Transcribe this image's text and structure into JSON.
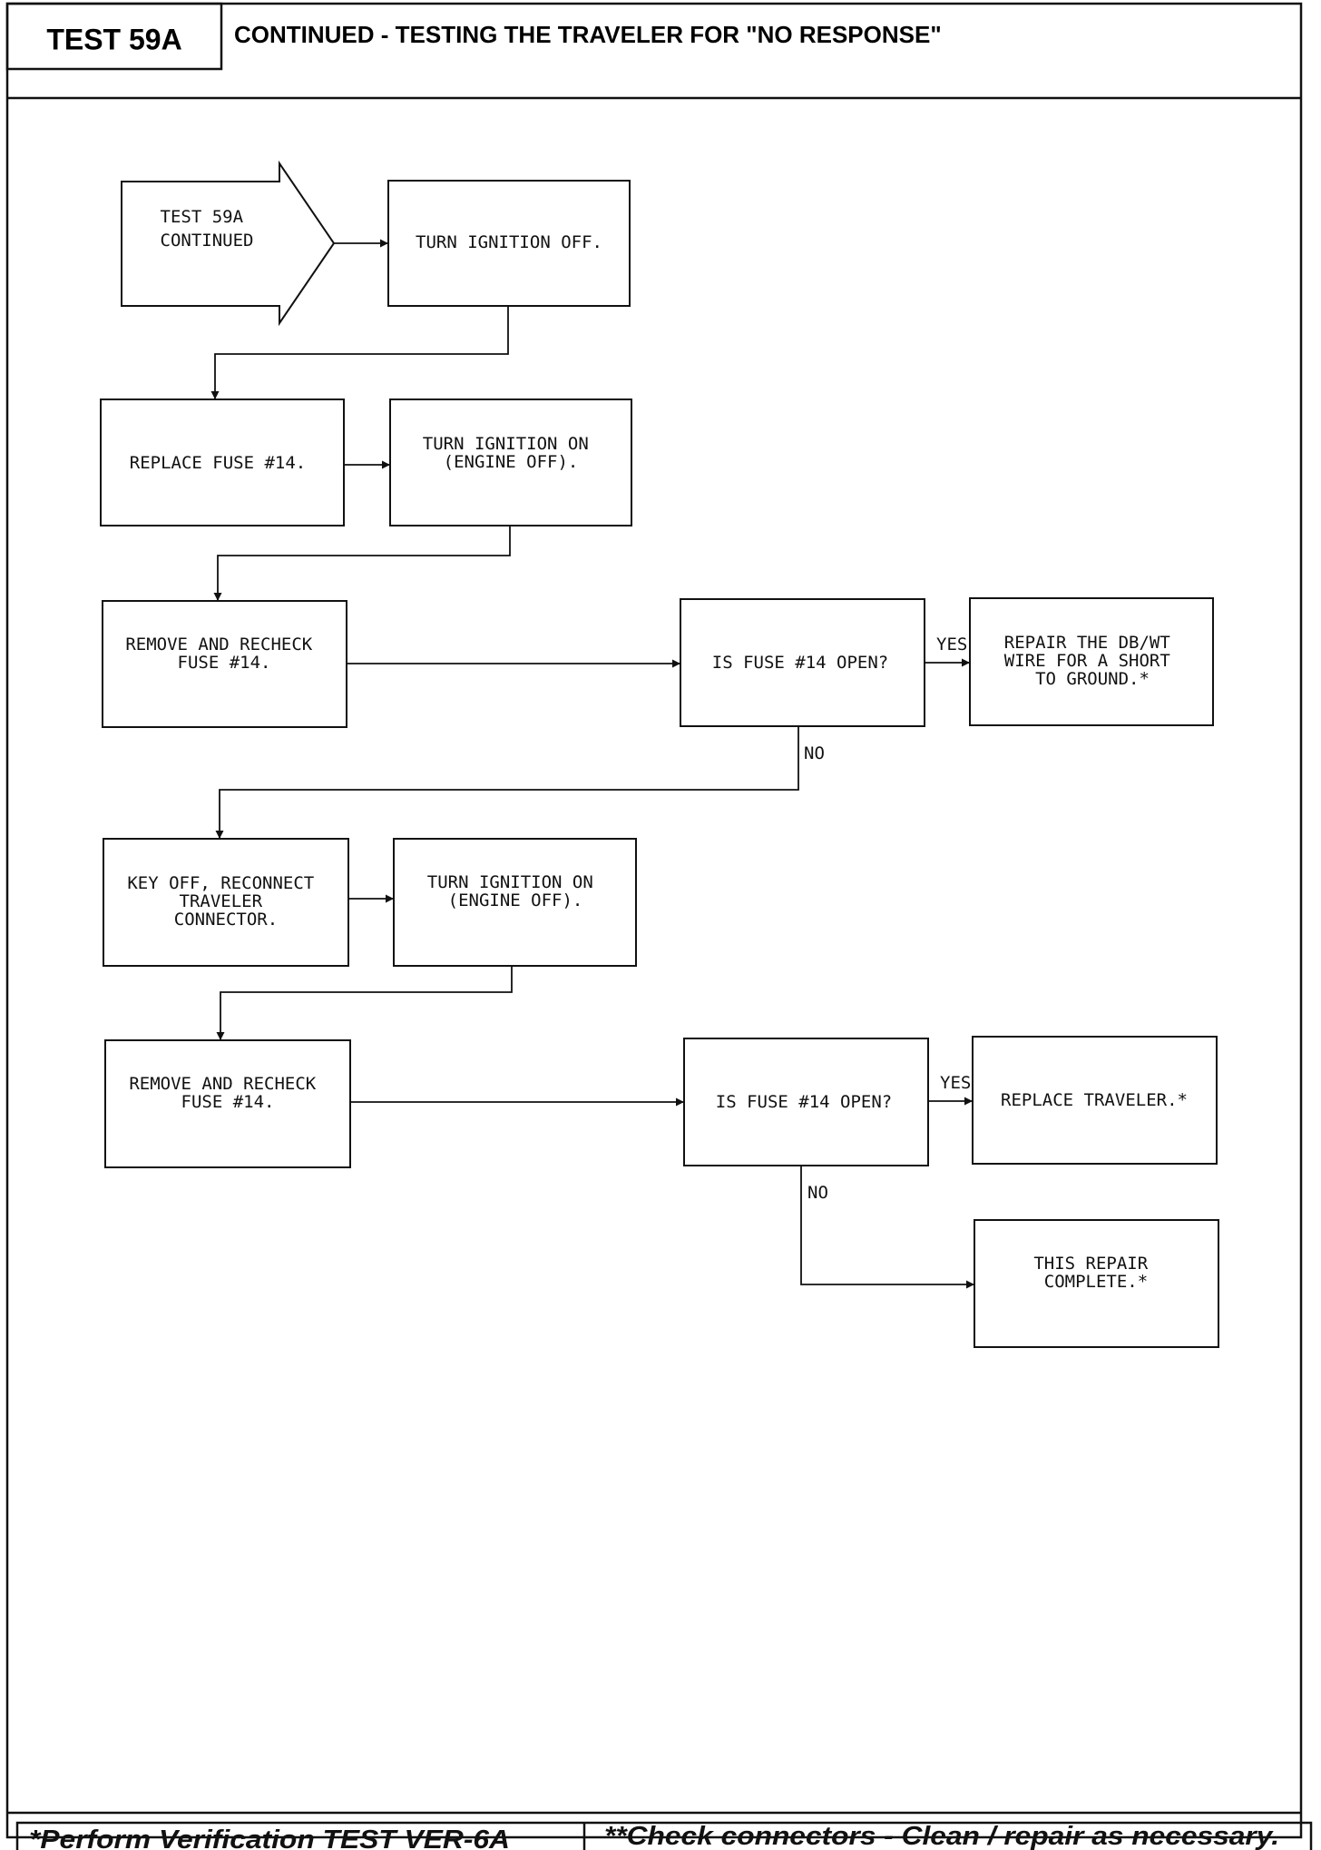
{
  "header": {
    "test_label": "TEST 59A",
    "title": "CONTINUED - TESTING THE TRAVELER FOR \"NO RESPONSE\""
  },
  "flowchart": {
    "start": [
      "TEST 59A",
      "CONTINUED"
    ],
    "ign_off": [
      "TURN IGNITION OFF."
    ],
    "replace_fuse": [
      "REPLACE FUSE #14."
    ],
    "ign_on_1": [
      "TURN IGNITION ON",
      "(ENGINE OFF)."
    ],
    "recheck_1": [
      "REMOVE AND RECHECK",
      "FUSE #14."
    ],
    "decision_1": [
      "IS FUSE #14 OPEN?"
    ],
    "repair_wire": [
      "REPAIR THE DB/WT",
      "WIRE FOR A SHORT",
      "TO GROUND.*"
    ],
    "reconnect": [
      "KEY OFF, RECONNECT",
      "TRAVELER",
      "CONNECTOR."
    ],
    "ign_on_2": [
      "TURN IGNITION ON",
      "(ENGINE OFF)."
    ],
    "recheck_2": [
      "REMOVE AND RECHECK",
      "FUSE #14."
    ],
    "decision_2": [
      "IS FUSE #14 OPEN?"
    ],
    "replace_traveler": [
      "REPLACE TRAVELER.*"
    ],
    "complete": [
      "THIS REPAIR",
      "COMPLETE.*"
    ],
    "yes_label": "YES",
    "no_label": "NO"
  },
  "footer": {
    "left": "*Perform Verification TEST VER-6A",
    "right": "**Check connectors - Clean / repair as necessary."
  }
}
